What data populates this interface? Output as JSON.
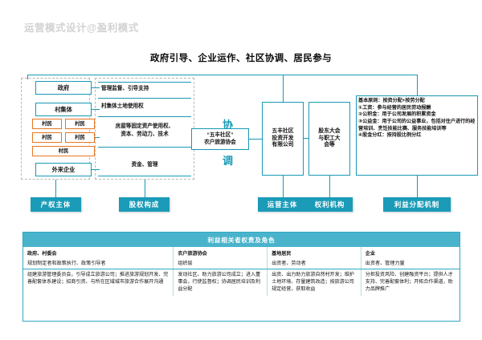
{
  "watermark": "运营模式设计@盈利模式",
  "chart_title": "政府引导、企业运作、社区协调、居民参与",
  "colors": {
    "teal": "#1899b5",
    "teal_fill": "#1b9bb8",
    "orange": "#e87722",
    "table_header": "#4ab3cc",
    "watermark_gray": "#d2d2d2"
  },
  "property_subjects": {
    "government": "政府",
    "collective": "村集体",
    "members": [
      "村民",
      "村民",
      "村民",
      "村民"
    ],
    "members_wide": "村民",
    "external": "外来企业"
  },
  "equity_items": [
    "管理监督、引导支持",
    "村集体土地使用权",
    "房屋等固定资产使用权、\n资本、劳动力、技术",
    "资金、管理"
  ],
  "coordination": {
    "top_char": "协",
    "bottom_char": "调",
    "association": "“五丰社区”\n农户旅游协会"
  },
  "operation_entity": "五丰社区\n投资开发\n有限公司",
  "authority_body": "股东大会\n与职工大\n会等",
  "profit_mechanism": {
    "principle": "基本原则：按资分配+按劳分配",
    "items": [
      "①工资：参与经营的居民劳动报酬",
      "②公积金：用于公司发展的积累资金",
      "③公益金：用于公司的公益事业，包括对住户进行的经营培训、烹饪技能比赛、服务技能培训等",
      "④股金分红：按持股比例分红"
    ]
  },
  "category_labels": [
    "产权主体",
    "股权构成",
    "运营主体",
    "权利机构",
    "利益分配机制"
  ],
  "table": {
    "title": "利益相关者权责及角色",
    "columns": [
      {
        "name": "政府、村委会",
        "tag": "规划制定者和政策执行、政策引导者",
        "duty": "组建旅游管理委员会，引导成立旅游公司；推进旅游规划开发、完善配套体系建设；招商引资、与所在区域城市旅游合作展开沟通"
      },
      {
        "name": "农户旅游协会",
        "tag": "组织层",
        "duty": "发动社区、助力旅游公司成立；进入董事会，行使监督权；协调居民培训及利益分配"
      },
      {
        "name": "基地居民",
        "tag": "出资者、劳动者",
        "duty": "出资、出力助力旅游自然村开发；维护土地环境、存量建筑改造；按旅游公司规定经营，获取收益"
      },
      {
        "name": "企业",
        "tag": "出资者、管理力量",
        "duty": "分担投资风险、创建融资平台；提供人才支持、完善配套体利；开拓合作渠道，助力品牌推广"
      }
    ]
  }
}
